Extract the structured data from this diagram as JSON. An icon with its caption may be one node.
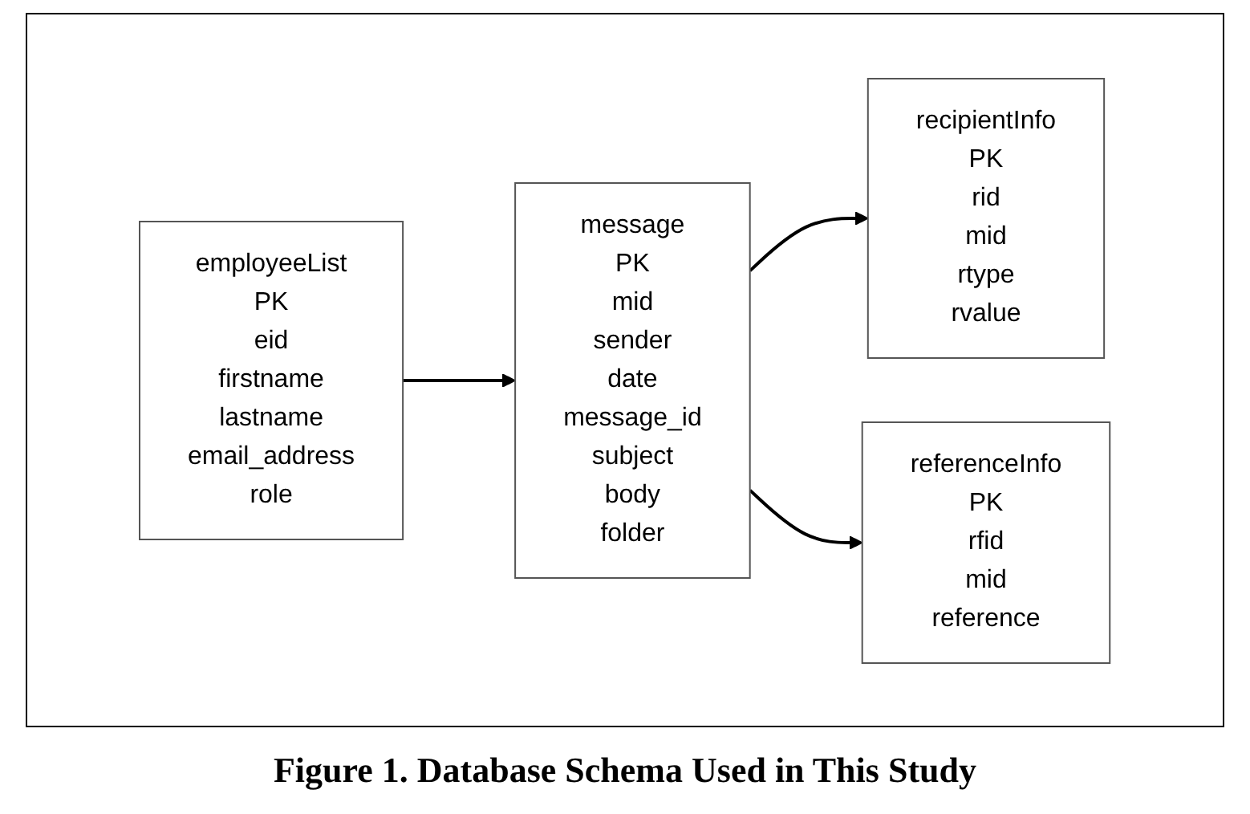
{
  "diagram": {
    "caption": "Figure 1. Database Schema Used in This Study",
    "nodes": [
      {
        "text": [
          "employeeList",
          "PK",
          "eid",
          "firstname",
          "lastname",
          "email_address",
          "role"
        ]
      },
      {
        "text": [
          "message",
          "PK",
          "mid",
          "sender",
          "date",
          "message_id",
          "subject",
          "body",
          "folder"
        ]
      },
      {
        "text": [
          "recipientInfo",
          "PK",
          "rid",
          "mid",
          "rtype",
          "rvalue"
        ]
      },
      {
        "text": [
          "referenceInfo",
          "PK",
          "rfid",
          "mid",
          "reference"
        ]
      }
    ],
    "edges": [
      {
        "from": 0,
        "to": 1,
        "arrow": "to"
      },
      {
        "from": 1,
        "to": 2,
        "arrow": "to"
      },
      {
        "from": 1,
        "to": 3,
        "arrow": "to"
      }
    ]
  }
}
